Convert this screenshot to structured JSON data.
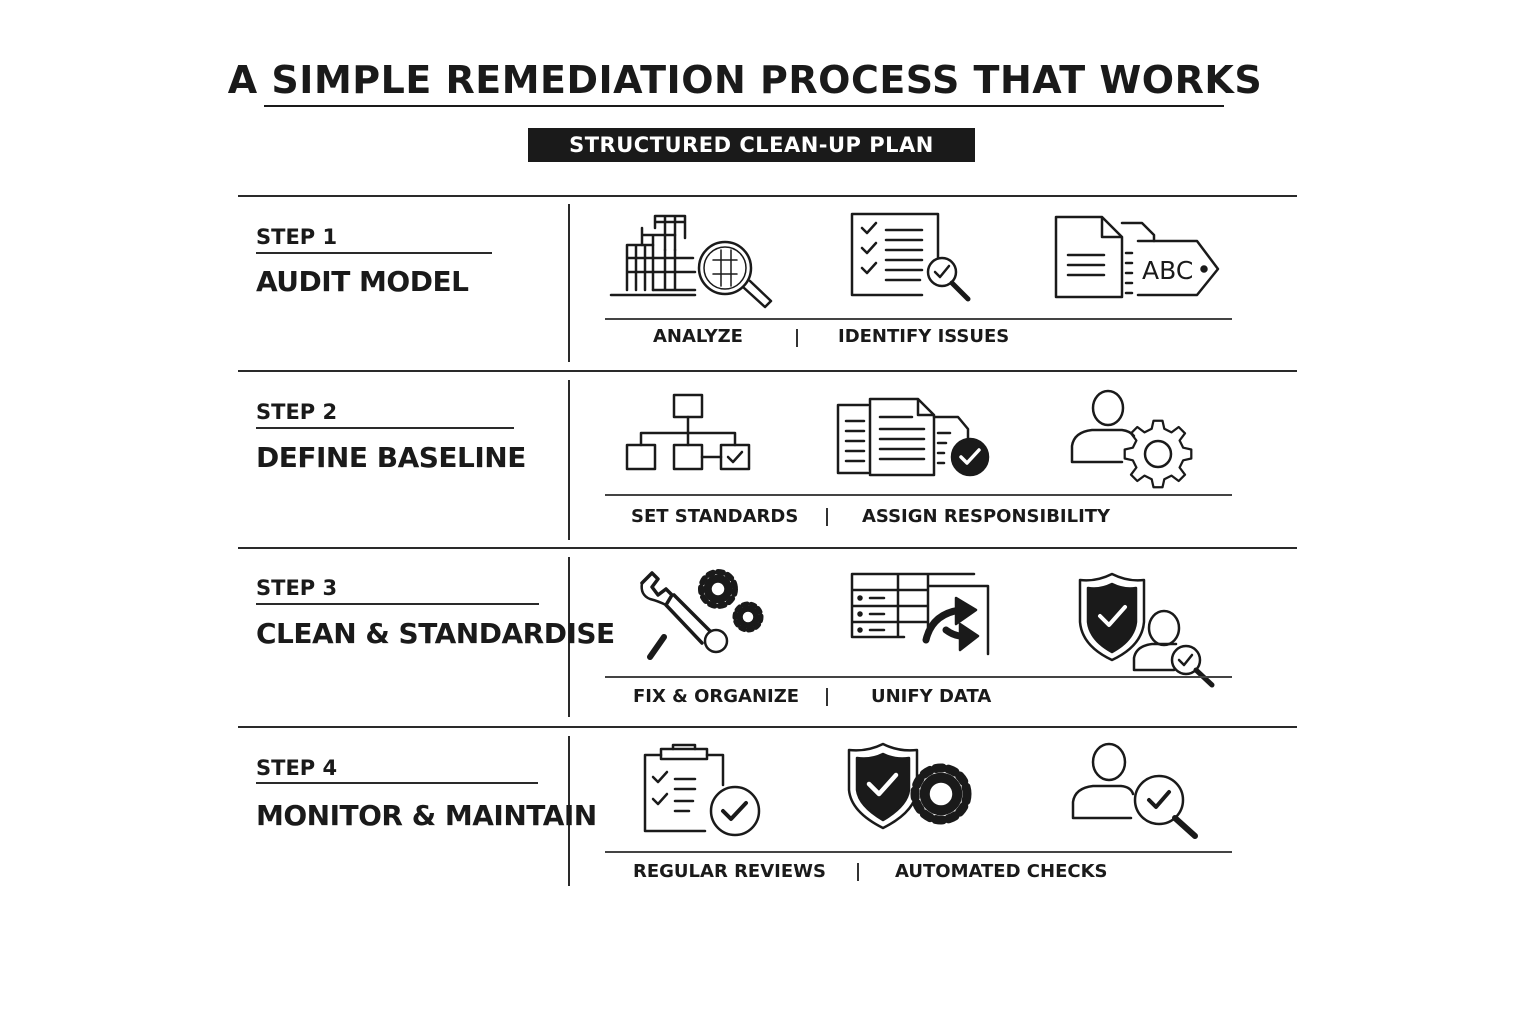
{
  "title": "A SIMPLE REMEDIATION PROCESS THAT WORKS",
  "subtitle": "STRUCTURED CLEAN-UP PLAN",
  "steps": [
    {
      "label": "STEP 1",
      "title": "AUDIT MODEL",
      "actions": [
        "ANALYZE",
        "IDENTIFY ISSUES"
      ],
      "icons": [
        "building-search-icon",
        "checklist-search-icon",
        "document-tag-icon"
      ],
      "tag_text": "ABC"
    },
    {
      "label": "STEP 2",
      "title": "DEFINE BASELINE",
      "actions": [
        "SET STANDARDS",
        "ASSIGN RESPONSIBILITY"
      ],
      "icons": [
        "hierarchy-icon",
        "documents-check-icon",
        "user-gear-icon"
      ]
    },
    {
      "label": "STEP 3",
      "title": "CLEAN & STANDARDISE",
      "actions": [
        "FIX & ORGANIZE",
        "UNIFY DATA"
      ],
      "icons": [
        "wrench-gears-icon",
        "table-merge-icon",
        "shield-user-search-icon"
      ]
    },
    {
      "label": "STEP 4",
      "title": "MONITOR & MAINTAIN",
      "actions": [
        "REGULAR REVIEWS",
        "AUTOMATED CHECKS"
      ],
      "icons": [
        "clipboard-check-icon",
        "shield-gear-icon",
        "user-search-icon"
      ]
    }
  ]
}
